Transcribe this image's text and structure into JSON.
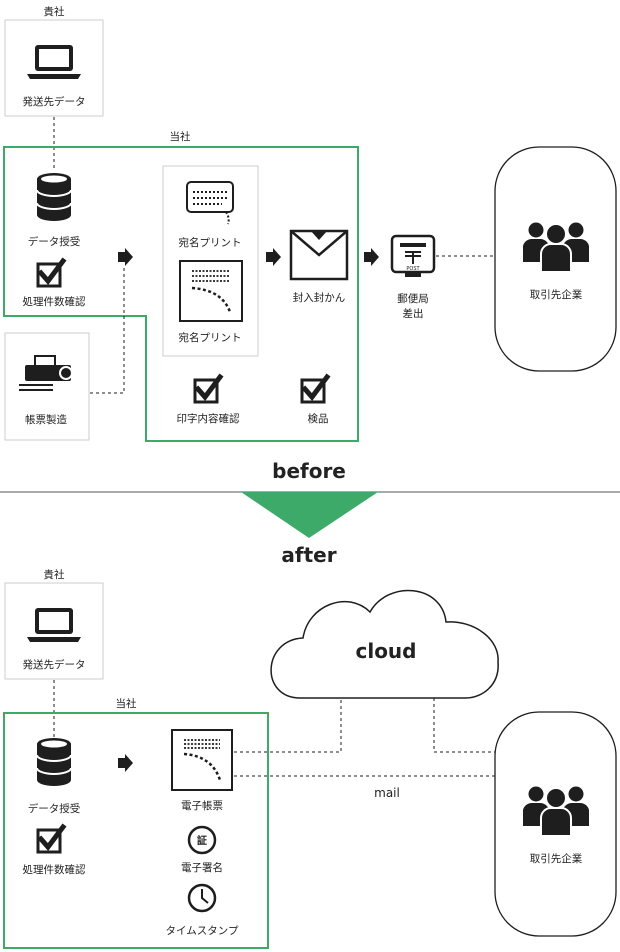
{
  "before": {
    "client_label": "貴社",
    "client_box_label": "発送先データ",
    "company_label": "当社",
    "data_receive_label": "データ授受",
    "count_check_label": "処理件数確認",
    "form_manufacture_label": "帳票製造",
    "address_print_label_1": "宛名プリント",
    "address_print_label_2": "宛名プリント",
    "print_check_label": "印字内容確認",
    "enclose_label": "封入封かん",
    "inspect_label": "検品",
    "post_label_1": "郵便局",
    "post_label_2": "差出",
    "post_box_text": "POST",
    "partner_label": "取引先企業"
  },
  "divider": {
    "before_label": "before",
    "after_label": "after"
  },
  "after": {
    "client_label": "貴社",
    "client_box_label": "発送先データ",
    "company_label": "当社",
    "data_receive_label": "データ授受",
    "count_check_label": "処理件数確認",
    "e_form_label": "電子帳票",
    "e_sign_label": "電子署名",
    "e_sign_icon_text": "証",
    "timestamp_label": "タイムスタンプ",
    "cloud_label": "cloud",
    "mail_label": "mail",
    "partner_label": "取引先企業"
  },
  "colors": {
    "green": "#3daa6a",
    "icon": "#1e1e1e",
    "gray_border": "#cccccc"
  }
}
